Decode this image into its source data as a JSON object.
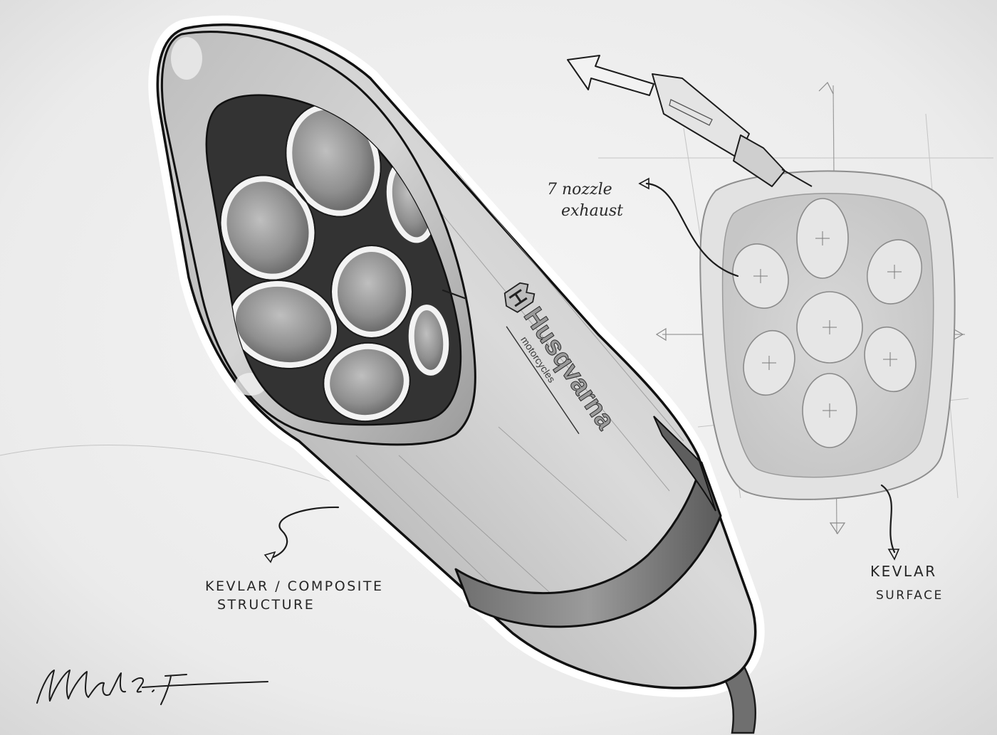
{
  "logo": {
    "brand": "Husqvarna",
    "sub": "motorcycles"
  },
  "annotations": {
    "nozzle": {
      "line1": "7 nozzle",
      "line2": "exhaust"
    },
    "structure": {
      "line1": "KEVLAR / COMPOSITE",
      "line2": "STRUCTURE"
    },
    "surface": {
      "line1": "KEVLAR",
      "line2": "SURFACE"
    }
  },
  "colors": {
    "paper": "#ececec",
    "ink": "#1c1c1c",
    "pencil": "#9c9c9c"
  },
  "icons": [
    "husqvarna-crest-icon",
    "arrow-icon",
    "blade-icon"
  ]
}
